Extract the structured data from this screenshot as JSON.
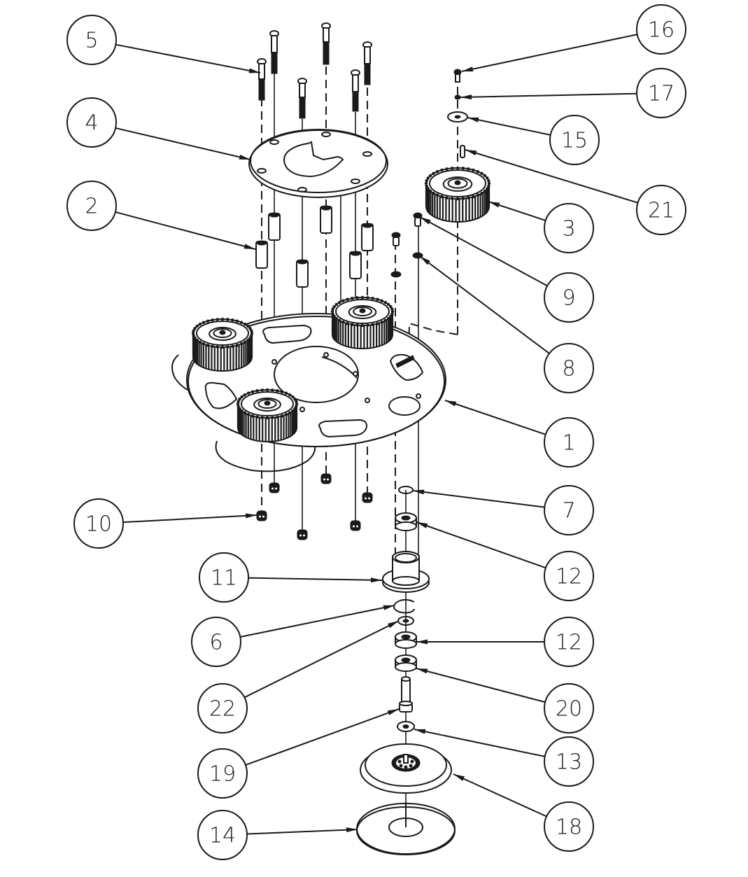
{
  "diagram": {
    "type": "exploded-assembly-view",
    "line_color": "#1a1a1a",
    "background": "#ffffff",
    "balloons": [
      {
        "id": "5",
        "label": "5",
        "part": "long screw (x6)"
      },
      {
        "id": "4",
        "label": "4",
        "part": "top mounting plate"
      },
      {
        "id": "2",
        "label": "2",
        "part": "spacer standoff (x6)"
      },
      {
        "id": "16",
        "label": "16",
        "part": "small screw"
      },
      {
        "id": "17",
        "label": "17",
        "part": "small washer"
      },
      {
        "id": "15",
        "label": "15",
        "part": "flat washer"
      },
      {
        "id": "21",
        "label": "21",
        "part": "key / pin"
      },
      {
        "id": "3",
        "label": "3",
        "part": "spur gear"
      },
      {
        "id": "9",
        "label": "9",
        "part": "short screw"
      },
      {
        "id": "8",
        "label": "8",
        "part": "lock washer"
      },
      {
        "id": "1",
        "label": "1",
        "part": "base plate"
      },
      {
        "id": "10",
        "label": "10",
        "part": "nut (x6)"
      },
      {
        "id": "7",
        "label": "7",
        "part": "spacer ring"
      },
      {
        "id": "12a",
        "label": "12",
        "part": "ball bearing (upper)"
      },
      {
        "id": "11",
        "label": "11",
        "part": "flanged hub"
      },
      {
        "id": "6",
        "label": "6",
        "part": "retaining ring"
      },
      {
        "id": "12b",
        "label": "12",
        "part": "ball bearing (lower)"
      },
      {
        "id": "22",
        "label": "22",
        "part": "shim washer"
      },
      {
        "id": "20",
        "label": "20",
        "part": "bearing"
      },
      {
        "id": "19",
        "label": "19",
        "part": "shoulder bolt"
      },
      {
        "id": "13",
        "label": "13",
        "part": "washer"
      },
      {
        "id": "18",
        "label": "18",
        "part": "drive pad holder"
      },
      {
        "id": "14",
        "label": "14",
        "part": "pad disc"
      }
    ]
  }
}
